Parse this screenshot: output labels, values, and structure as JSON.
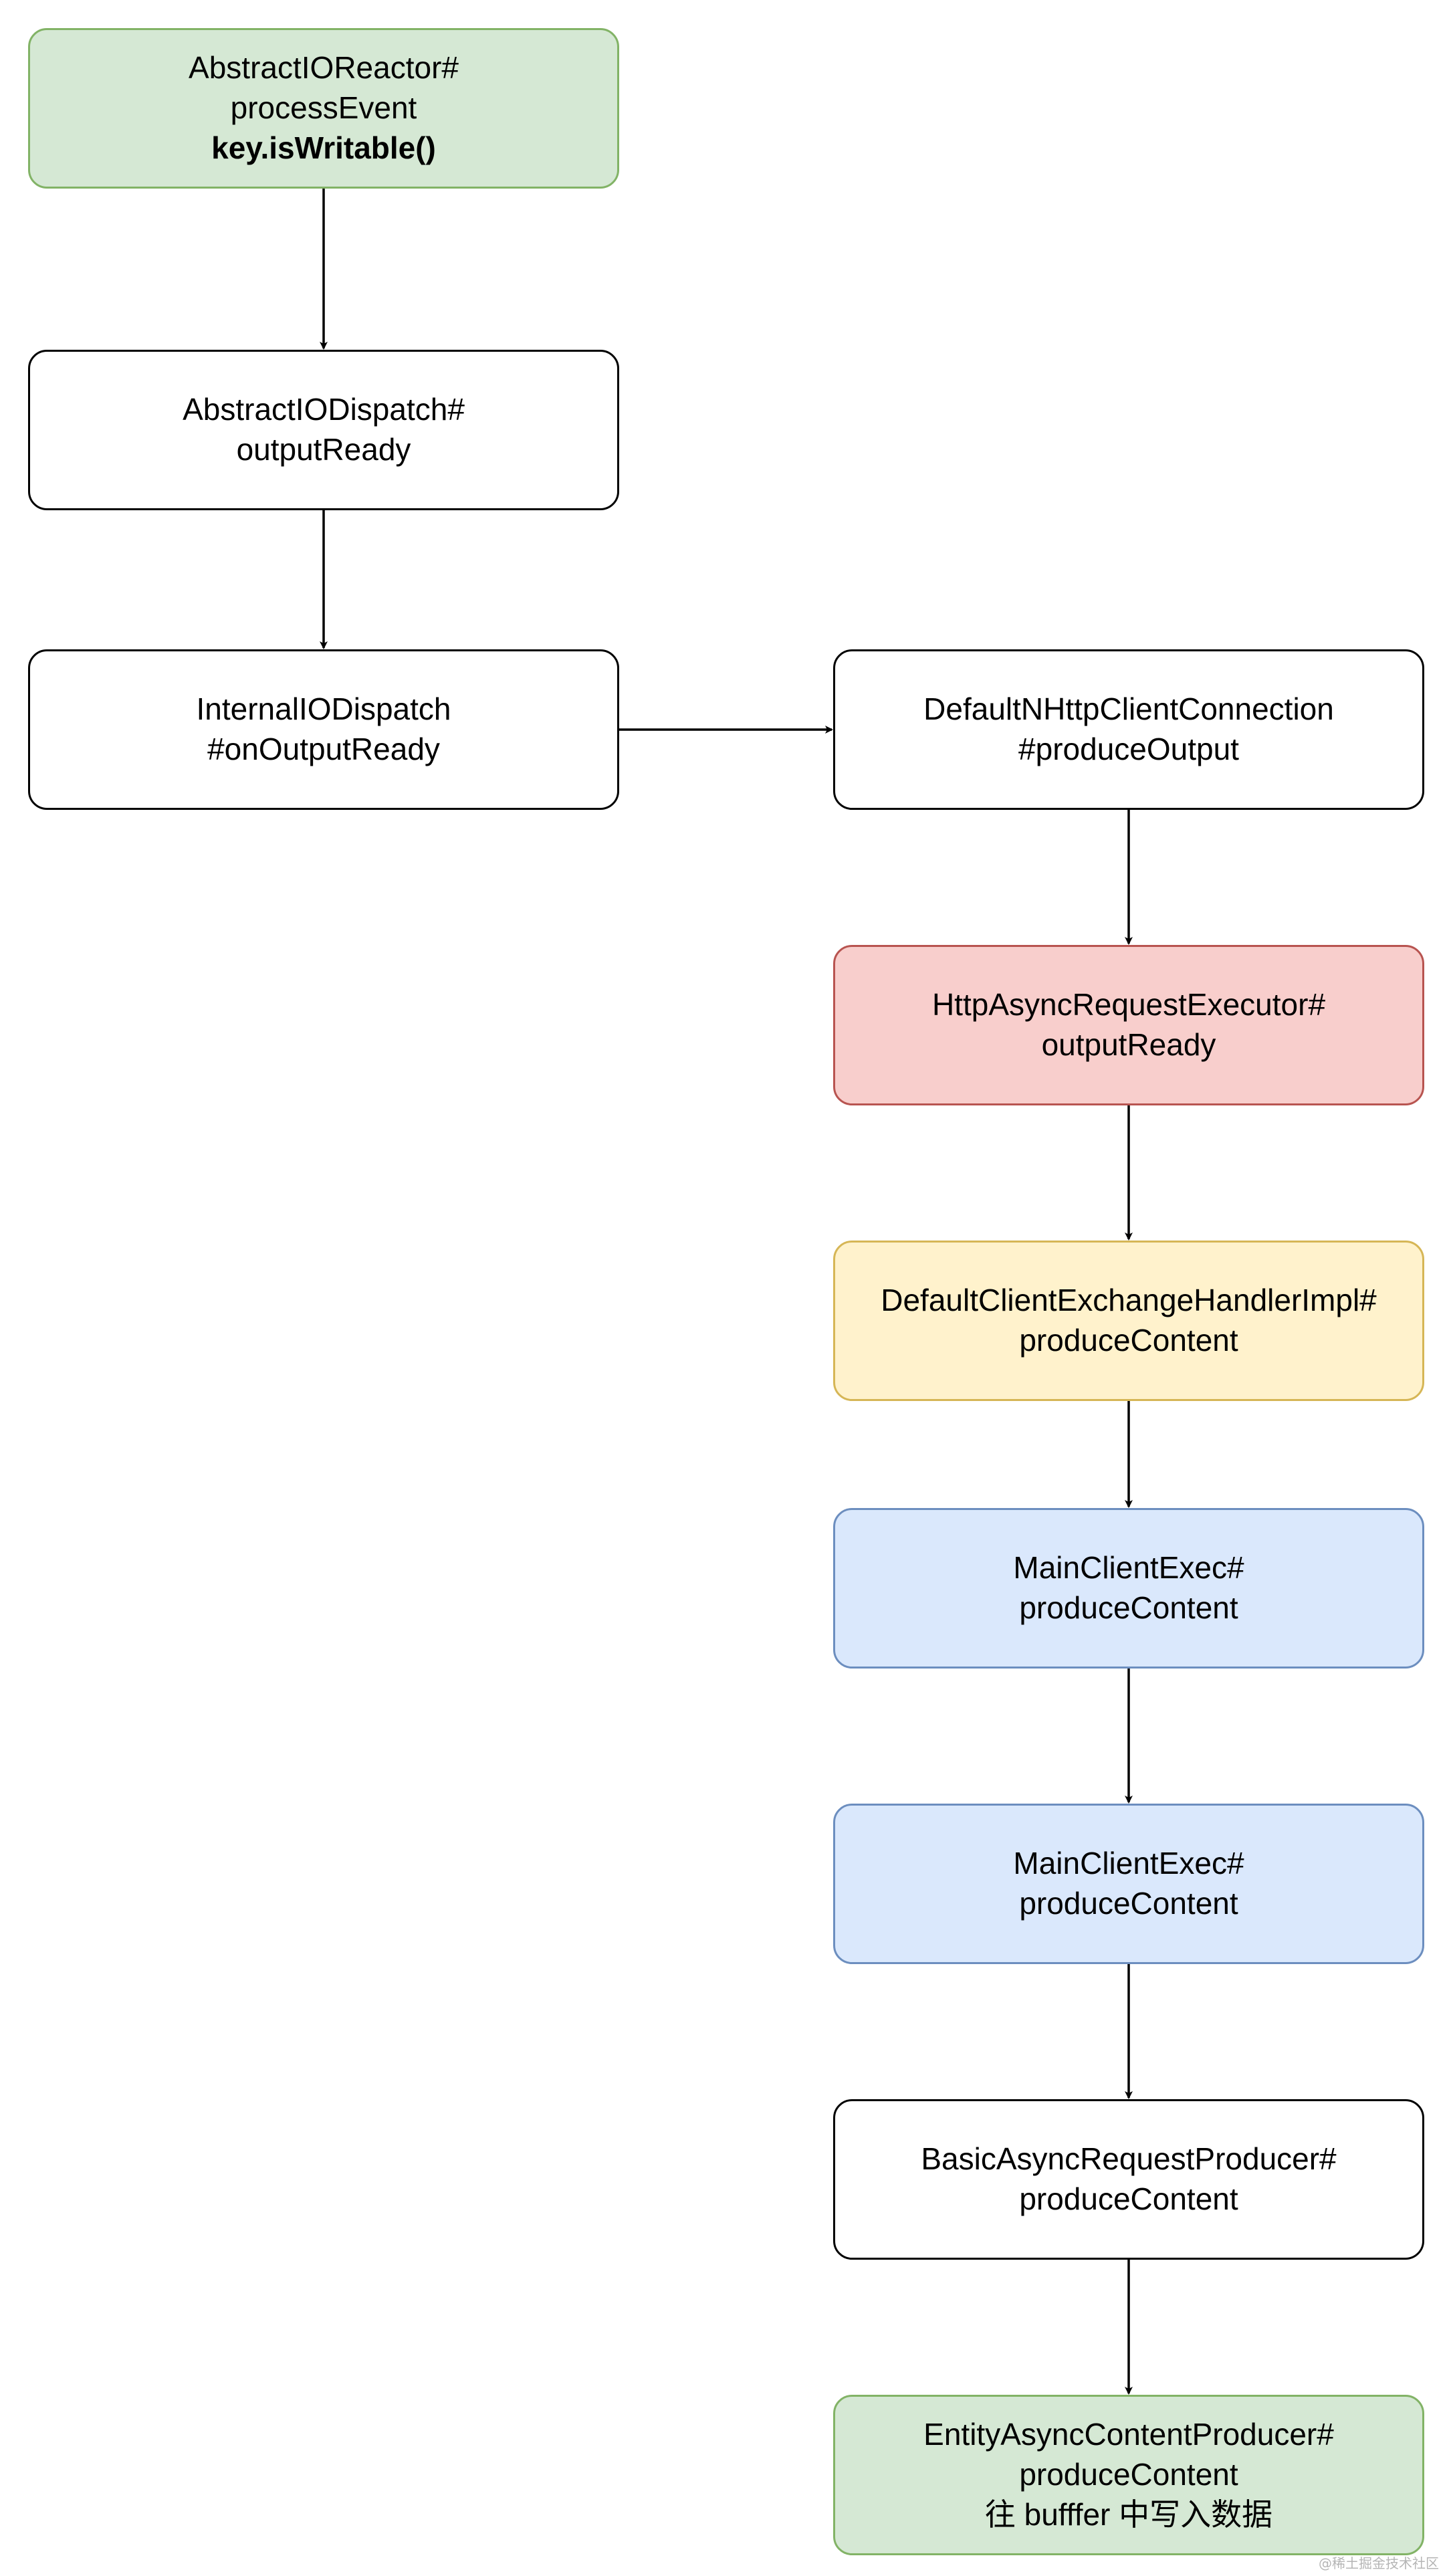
{
  "nodes": [
    {
      "id": "n1",
      "lines": [
        "AbstractIOReactor#",
        "processEvent"
      ],
      "bold_line": "key.isWritable()",
      "fill": "#d5e8d4",
      "stroke": "#82b366"
    },
    {
      "id": "n2",
      "lines": [
        "AbstractIODispatch#",
        "outputReady"
      ],
      "fill": "#ffffff",
      "stroke": "#000000"
    },
    {
      "id": "n3",
      "lines": [
        "InternalIODispatch",
        "#onOutputReady"
      ],
      "fill": "#ffffff",
      "stroke": "#000000"
    },
    {
      "id": "n4",
      "lines": [
        "DefaultNHttpClientConnection",
        "#produceOutput"
      ],
      "fill": "#ffffff",
      "stroke": "#000000"
    },
    {
      "id": "n5",
      "lines": [
        "HttpAsyncRequestExecutor#",
        "outputReady"
      ],
      "fill": "#f8cecc",
      "stroke": "#b85450"
    },
    {
      "id": "n6",
      "lines": [
        "DefaultClientExchangeHandlerImpl#",
        "produceContent"
      ],
      "fill": "#fff2cc",
      "stroke": "#d6b656"
    },
    {
      "id": "n7",
      "lines": [
        "MainClientExec#",
        "produceContent"
      ],
      "fill": "#dae8fc",
      "stroke": "#6c8ebf"
    },
    {
      "id": "n8",
      "lines": [
        "MainClientExec#",
        "produceContent"
      ],
      "fill": "#dae8fc",
      "stroke": "#6c8ebf"
    },
    {
      "id": "n9",
      "lines": [
        "BasicAsyncRequestProducer#",
        "produceContent"
      ],
      "fill": "#ffffff",
      "stroke": "#000000"
    },
    {
      "id": "n10",
      "lines": [
        "EntityAsyncContentProducer#",
        "produceContent",
        "往 bufffer 中写入数据"
      ],
      "fill": "#d5e8d4",
      "stroke": "#82b366"
    }
  ],
  "edges": [
    {
      "from": "n1",
      "to": "n2"
    },
    {
      "from": "n2",
      "to": "n3"
    },
    {
      "from": "n3",
      "to": "n4"
    },
    {
      "from": "n4",
      "to": "n5"
    },
    {
      "from": "n5",
      "to": "n6"
    },
    {
      "from": "n6",
      "to": "n7"
    },
    {
      "from": "n7",
      "to": "n8"
    },
    {
      "from": "n8",
      "to": "n9"
    },
    {
      "from": "n9",
      "to": "n10"
    }
  ],
  "watermark": "@稀土掘金技术社区",
  "colors": {
    "edge": "#000000"
  }
}
